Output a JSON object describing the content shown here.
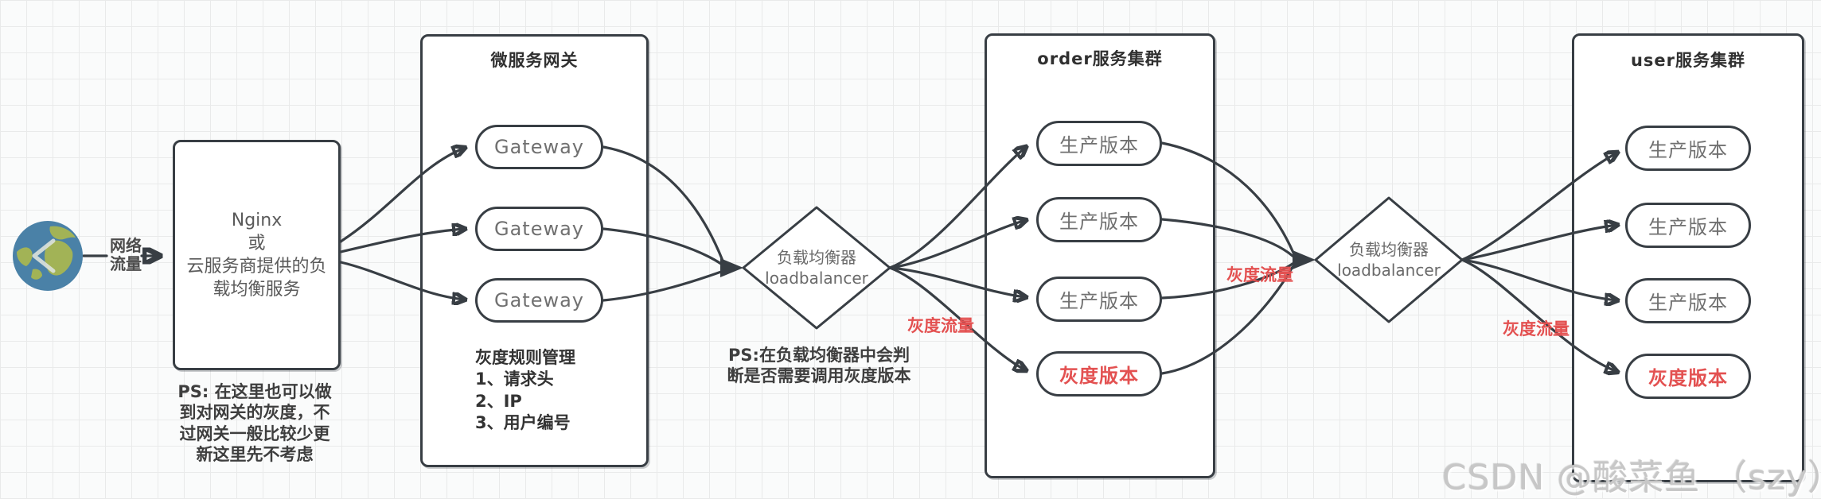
{
  "internet": {
    "traffic_label": "网络\n流量"
  },
  "nginx": {
    "body": "Nginx\n或\n云服务商提供的负\n载均衡服务",
    "note": "PS: 在这里也可以做\n到对网关的灰度，不\n过网关一般比较少更\n新这里先不考虑"
  },
  "gateway_cluster": {
    "title": "微服务网关",
    "nodes": [
      "Gateway",
      "Gateway",
      "Gateway"
    ],
    "rules": "灰度规则管理\n1、请求头\n2、IP\n3、用户编号"
  },
  "load_balancer_1": {
    "label": "负载均衡器\nloadbalancer",
    "note": "PS:在负载均衡器中会判\n断是否需要调用灰度版本"
  },
  "load_balancer_2": {
    "label": "负载均衡器\nloadbalancer"
  },
  "gray_traffic_labels": [
    "灰度流量",
    "灰度流量",
    "灰度流量"
  ],
  "order_cluster": {
    "title": "order服务集群",
    "nodes": [
      "生产版本",
      "生产版本",
      "生产版本"
    ],
    "gray_node": "灰度版本"
  },
  "user_cluster": {
    "title": "user服务集群",
    "nodes": [
      "生产版本",
      "生产版本",
      "生产版本"
    ],
    "gray_node": "灰度版本"
  },
  "watermark": "CSDN @酸菜鱼 （szy）",
  "colors": {
    "stroke": "#383e44",
    "node_text": "#707070",
    "title_text": "#303030",
    "gray_release_red": "#e35151",
    "globe_ocean": "#4a81a7",
    "globe_land": "#a2b356",
    "watermark": "#c7c7c7"
  }
}
